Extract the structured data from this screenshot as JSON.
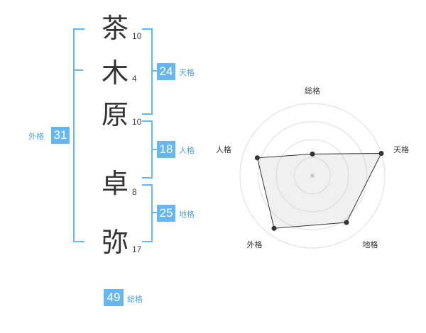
{
  "name_chars": [
    {
      "char": "茶",
      "strokes": "10"
    },
    {
      "char": "木",
      "strokes": "4"
    },
    {
      "char": "原",
      "strokes": "10"
    },
    {
      "char": "卓",
      "strokes": "8"
    },
    {
      "char": "弥",
      "strokes": "17"
    }
  ],
  "scores": {
    "tenkaku": {
      "value": "24",
      "label": "天格"
    },
    "jinkaku": {
      "value": "18",
      "label": "人格"
    },
    "chikaku": {
      "value": "25",
      "label": "地格"
    },
    "gaikaku": {
      "value": "31",
      "label": "外格"
    },
    "soukaku": {
      "value": "49",
      "label": "総格"
    }
  },
  "colors": {
    "accent": "#67b6f0",
    "text": "#333333"
  },
  "chart_data": {
    "type": "radar",
    "axes": [
      "総格",
      "天格",
      "地格",
      "外格",
      "人格"
    ],
    "values": [
      0.3,
      1.0,
      0.8,
      0.9,
      0.8
    ],
    "ring_count": 4,
    "value_scale": "relative"
  }
}
